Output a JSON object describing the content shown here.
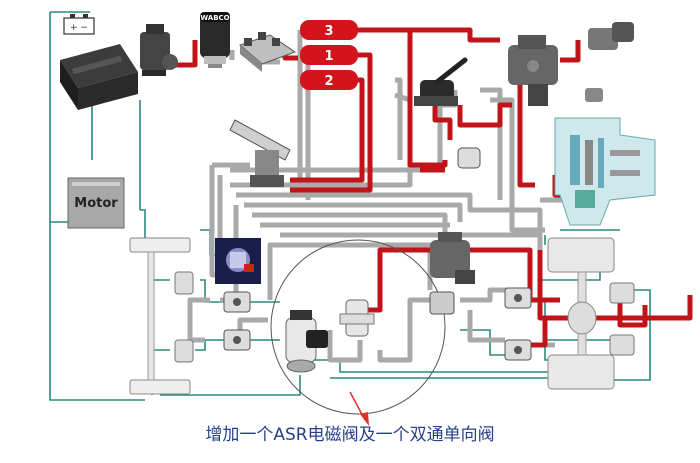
{
  "tanks": [
    {
      "id": "3",
      "label": "3"
    },
    {
      "id": "1",
      "label": "1"
    },
    {
      "id": "2",
      "label": "2"
    }
  ],
  "motor": {
    "label": "Motor"
  },
  "compressor_brand": "WABCO",
  "caption": "增加一个ASR电磁阀及一个双通单向阀",
  "colors": {
    "red_line": "#c0141a",
    "tank_red": "#d4141c",
    "green_line": "#2b8a7e",
    "grey_line": "#9a9a9a",
    "caption": "#27408b",
    "arrow": "#e0302a"
  }
}
